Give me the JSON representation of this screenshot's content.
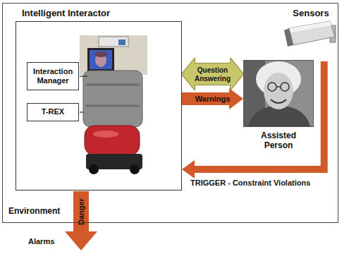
{
  "diagram": {
    "nodes": [
      {
        "text": [
          "Environment"
        ]
      },
      {
        "text": [
          "Intelligent Interactor"
        ],
        "in": 0
      },
      {
        "text": [
          "Interaction Manager"
        ],
        "in": 1
      },
      {
        "text": [
          "T-REX"
        ],
        "in": 1
      },
      {
        "text": [
          "Sensors"
        ],
        "in": 0
      },
      {
        "text": [
          "Assisted Person"
        ],
        "in": 0
      }
    ],
    "edges": [
      {
        "from": 1,
        "to": 5,
        "label": "Question Answering",
        "arrow": "both"
      },
      {
        "from": 1,
        "to": 5,
        "label": "Warnings",
        "arrow": "to"
      },
      {
        "from": 4,
        "to": 1,
        "label": "TRIGGER - Constraint Violations",
        "arrow": "to"
      }
    ],
    "labels": [
      "Danger",
      "Alarms"
    ]
  }
}
